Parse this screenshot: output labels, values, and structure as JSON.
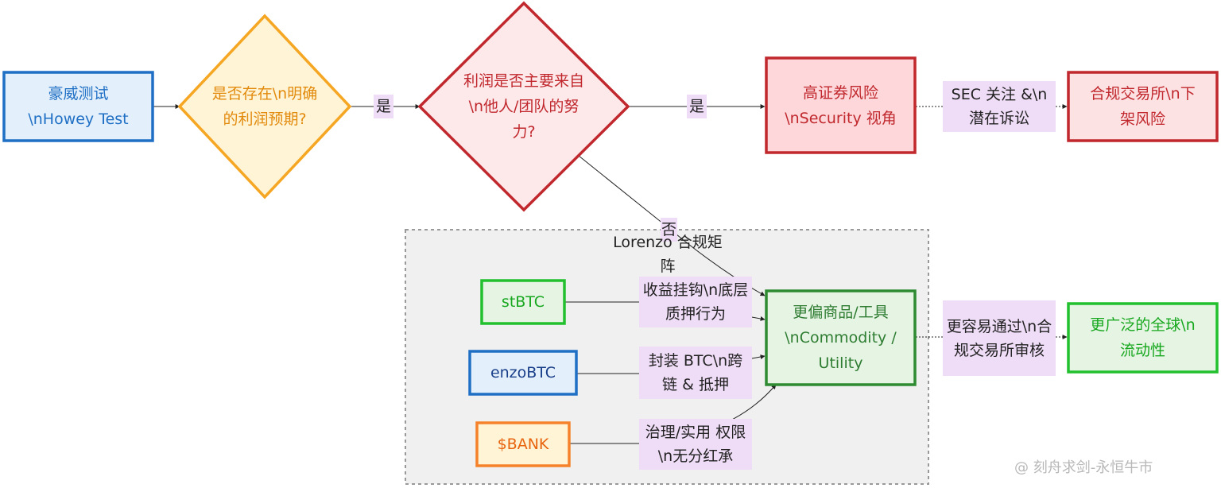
{
  "nodes": {
    "howey": "豪威测试\\nHowey Test",
    "profit_expect": "是否存在\\n明确的利润预期?",
    "others_effort": "利润是否主要来自\\n他人/团队的努力?",
    "high_risk": "高证券风险\\nSecurity 视角",
    "delist_risk": "合规交易所\\n下架风险",
    "commodity": "更偏商品/工具\\nCommodity / Utility",
    "liquidity": "更广泛的全球\\n流动性",
    "stbtc": "stBTC",
    "enzobtc": "enzoBTC",
    "bank": "$BANK"
  },
  "edge_labels": {
    "yes1": "是",
    "yes2": "是",
    "no": "否",
    "sec": "SEC 关注 &\\n潜在诉讼",
    "easier": "更容易通过\\n合规交易所审核",
    "stbtc_link": "收益挂钩\\n底层质押行为",
    "enzobtc_link": "封装 BTC\\n跨链 & 抵押",
    "bank_link": "治理/实用 权限\\n无分红承"
  },
  "cluster": {
    "title": "Lorenzo 合规矩阵"
  },
  "watermark": "@ 刻舟求剑-永恒牛市",
  "colors": {
    "blue_border": "#1f6fc5",
    "blue_fill": "#e3f0fb",
    "orange_border": "#f5a623",
    "orange_fill": "#fff4d6",
    "red_border": "#c0282d",
    "red_fill": "#fde2e4",
    "green_border": "#2e8b32",
    "green_fill": "#e6f4e3",
    "label_fill": "#efdcf7",
    "cluster_fill": "#f0f0f0"
  }
}
